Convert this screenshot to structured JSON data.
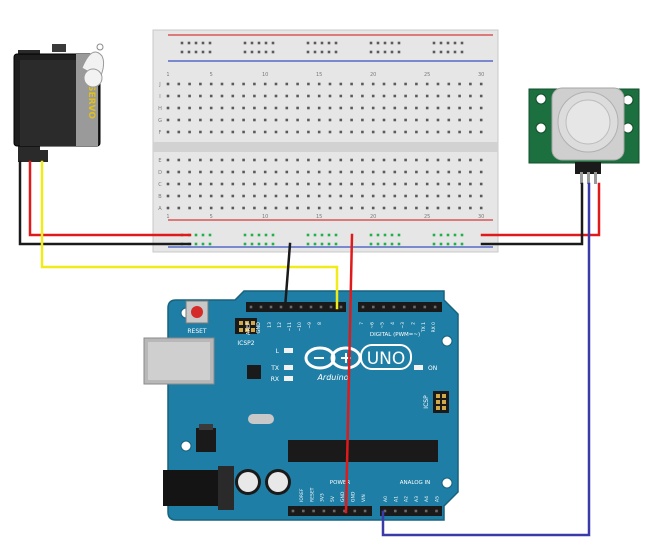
{
  "servo": {
    "label": "SERVO"
  },
  "arduino": {
    "brand": "Arduino",
    "model": "UNO",
    "reset_label": "RESET",
    "icsp2_label": "ICSP2",
    "icsp_label": "ICSP",
    "led_l": "L",
    "led_tx": "TX",
    "led_rx": "RX",
    "led_on": "ON",
    "digital_label": "DIGITAL (PWM=~)",
    "analog_label": "ANALOG IN",
    "power_label": "POWER",
    "aref": "AREF",
    "gnd": "GND",
    "digital_pins": [
      "13",
      "12",
      "~11",
      "~10",
      "~9",
      "8",
      "7",
      "~6",
      "~5",
      "4",
      "~3",
      "2",
      "TX 1",
      "RX 0"
    ],
    "power_pins": [
      "IOREF",
      "RESET",
      "3V3",
      "5V",
      "GND",
      "GND",
      "VIN"
    ],
    "analog_pins": [
      "A0",
      "A1",
      "A2",
      "A3",
      "A4",
      "A5"
    ]
  },
  "breadboard": {
    "row_letters_top": [
      "J",
      "I",
      "H",
      "G",
      "F"
    ],
    "row_letters_bottom": [
      "E",
      "D",
      "C",
      "B",
      "A"
    ],
    "col_numbers": [
      "1",
      "5",
      "10",
      "15",
      "20",
      "25",
      "30"
    ]
  },
  "colors": {
    "board_blue": "#1f7ea5",
    "wire_red": "#e01a1a",
    "wire_black": "#1a1a1a",
    "wire_yellow": "#f0ec1a",
    "wire_blue": "#3a3aa8",
    "pir_green": "#1c6f3e"
  }
}
